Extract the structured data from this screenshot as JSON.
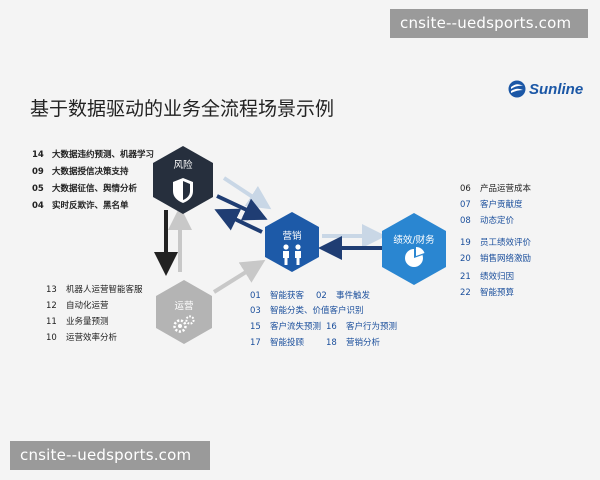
{
  "watermarks": {
    "top": "cnsite--uedsports.com",
    "bottom": "cnsite--uedsports.com"
  },
  "title": "基于数据驱动的业务全流程场景示例",
  "logo": {
    "text": "Sunline"
  },
  "nodes": {
    "risk": "风险",
    "marketing": "营销",
    "operations": "运营",
    "performance": "绩效/财务"
  },
  "risk_items": [
    {
      "num": "14",
      "label": "大数据违约预测、机器学习"
    },
    {
      "num": "09",
      "label": "大数据授信决策支持"
    },
    {
      "num": "05",
      "label": "大数据征信、舆情分析"
    },
    {
      "num": "04",
      "label": "实时反欺诈、黑名单"
    }
  ],
  "ops_items": [
    {
      "num": "13",
      "label": "机器人运营智能客服"
    },
    {
      "num": "12",
      "label": "自动化运营"
    },
    {
      "num": "11",
      "label": "业务量预测"
    },
    {
      "num": "10",
      "label": "运营效率分析"
    }
  ],
  "perf_items": [
    {
      "num": "06",
      "label": "产品运营成本"
    },
    {
      "num": "07",
      "label": "客户贡献度"
    },
    {
      "num": "08",
      "label": "动态定价"
    },
    {
      "num": "19",
      "label": "员工绩效评价"
    },
    {
      "num": "20",
      "label": "销售网络激励"
    },
    {
      "num": "21",
      "label": "绩效归因"
    },
    {
      "num": "22",
      "label": "智能预算"
    }
  ],
  "mkt_items": [
    {
      "num": "01",
      "label": "智能获客"
    },
    {
      "num": "02",
      "label": "事件触发"
    },
    {
      "num": "03",
      "label": "智能分类、价值客户识别"
    },
    {
      "num": "15",
      "label": "客户流失预测"
    },
    {
      "num": "16",
      "label": "客户行为预测"
    },
    {
      "num": "17",
      "label": "智能投顾"
    },
    {
      "num": "18",
      "label": "营销分析"
    }
  ],
  "colors": {
    "risk": "#262f3d",
    "marketing": "#1d5aa8",
    "operations": "#b4b4b4",
    "performance": "#2a86d1",
    "arrow_dark": "#1f3d73",
    "arrow_light": "#c9d7e6",
    "text_blue": "#1b4f9c"
  },
  "icons": {
    "risk": "shield-icon",
    "marketing": "people-icon",
    "operations": "gears-icon",
    "performance": "pie-chart-icon",
    "logo": "swirl-logo-icon"
  }
}
